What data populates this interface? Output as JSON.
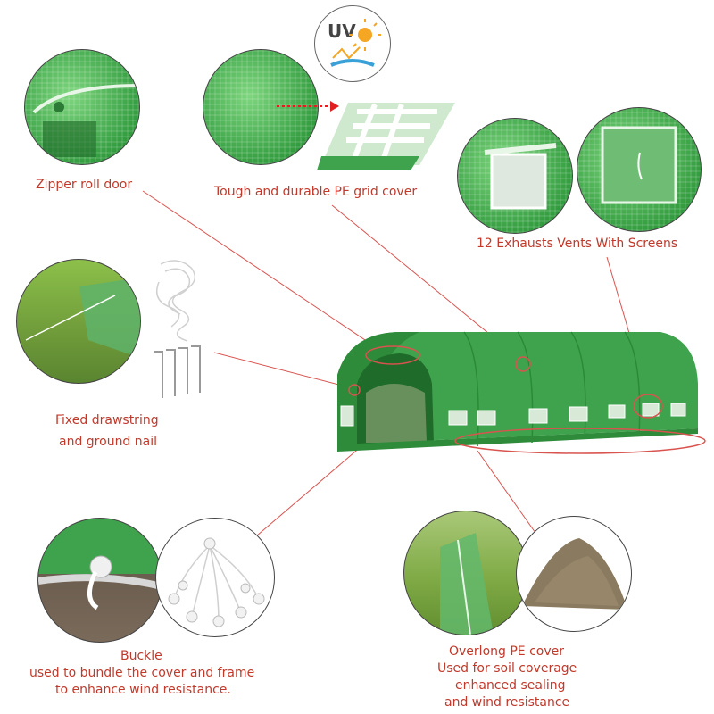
{
  "labels": {
    "zipper_door": "Zipper roll door",
    "pe_grid": "Tough and durable PE grid cover",
    "vents": "12 Exhausts Vents With Screens",
    "drawstring_line1": "Fixed drawstring",
    "drawstring_line2": "and ground nail",
    "buckle_line1": "Buckle",
    "buckle_line2": "used to bundle the cover and frame",
    "buckle_line3": "to enhance wind resistance.",
    "overlong_line1": "Overlong PE cover",
    "overlong_line2": "Used for soil coverage",
    "overlong_line3": "enhanced sealing",
    "overlong_line4": "and wind resistance"
  },
  "uv_badge": {
    "text": "UV"
  },
  "colors": {
    "label_red": "#c0392b",
    "greenhouse_green": "#3fa34d",
    "grass_green": "#6f9b3a",
    "soil_brown": "#8a7a5f"
  },
  "icons": {
    "uv": "uv-sun-icon",
    "arrow": "red-dotted-arrow-icon"
  }
}
